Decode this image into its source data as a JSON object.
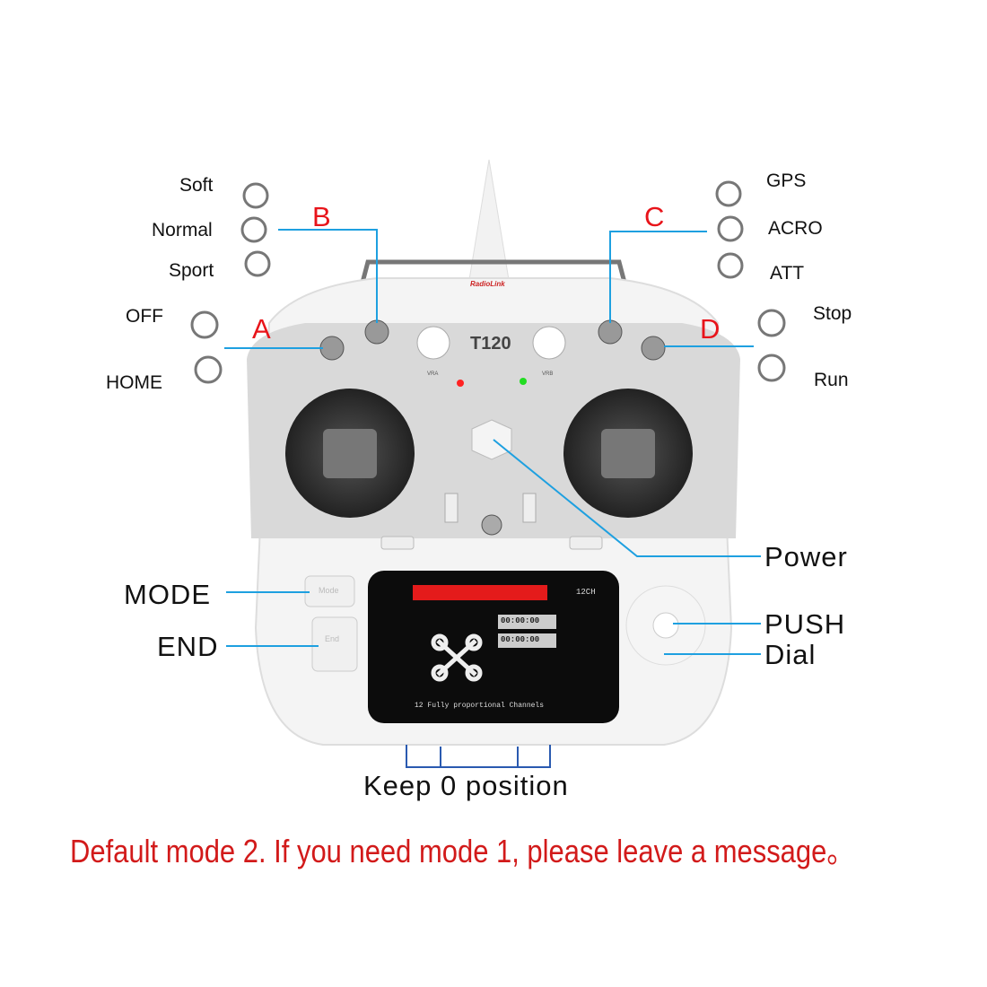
{
  "left_switches": {
    "b_positions": [
      "Soft",
      "Normal",
      "Sport"
    ],
    "a_positions": [
      "OFF",
      "HOME"
    ]
  },
  "right_switches": {
    "c_positions": [
      "GPS",
      "ACRO",
      "ATT"
    ],
    "d_positions": [
      "Stop",
      "Run"
    ]
  },
  "switch_letters": {
    "a": "A",
    "b": "B",
    "c": "C",
    "d": "D"
  },
  "device": {
    "brand": "RadioLink",
    "model": "T120",
    "knob_left": "VRA",
    "knob_right": "VRB",
    "mode_btn": "Mode",
    "end_btn": "End"
  },
  "screen": {
    "channels": "12CH",
    "timer1": "00:00:00",
    "timer2": "00:00:00",
    "footer": "12 Fully proportional Channels"
  },
  "callouts": {
    "power": "Power",
    "mode": "MODE",
    "end": "END",
    "push": "PUSH",
    "dial": "Dial",
    "keep": "Keep 0 position"
  },
  "note": "Default mode 2. If you need mode 1, please leave a message。",
  "colors": {
    "letter": "#e8141a",
    "line": "#1ea0e0",
    "note": "#d21a1a"
  }
}
